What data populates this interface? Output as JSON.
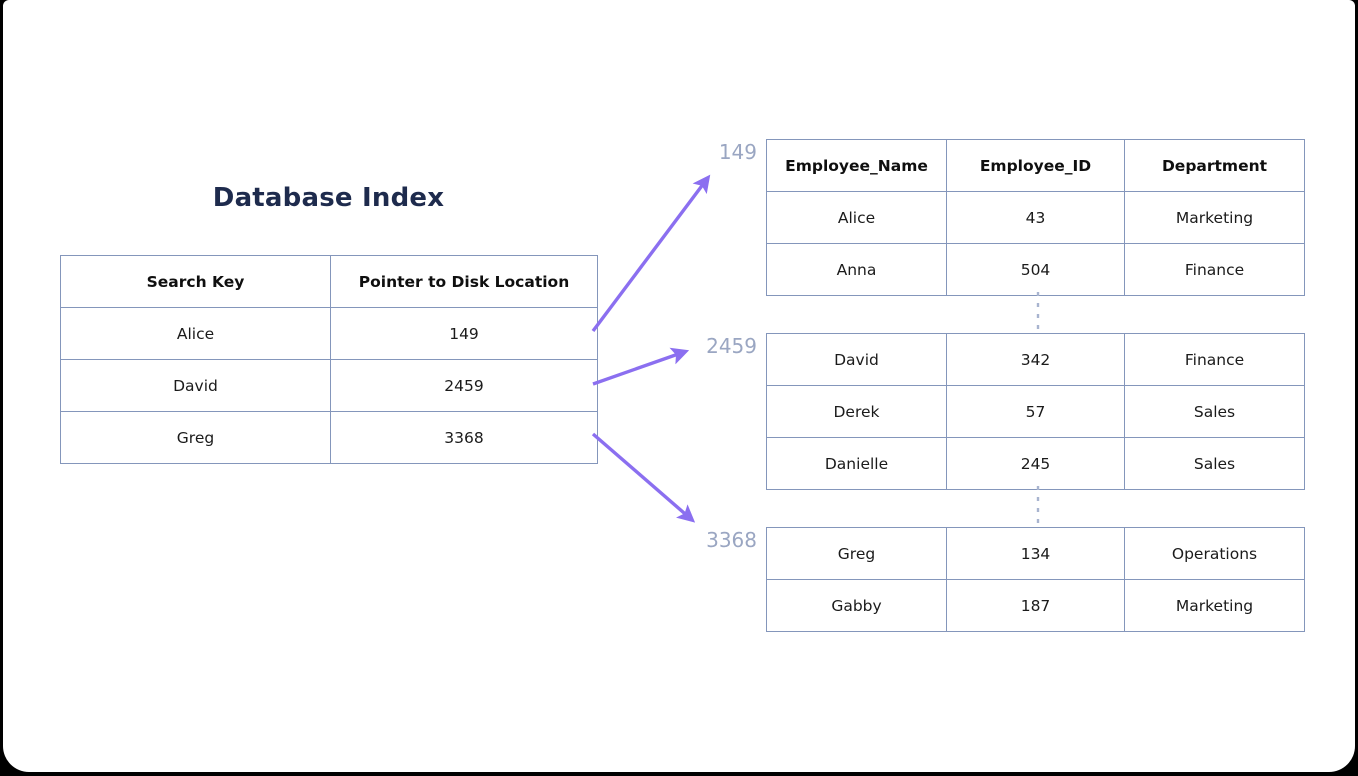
{
  "diagram": {
    "title": "Database Index",
    "accent_arrow_color": "#8b6ff0",
    "table_border_color": "#8496bb",
    "title_color": "#1e2b4d",
    "pointer_label_color": "#9aa6c2",
    "card_background": "#ffffff",
    "page_background": "#000000"
  },
  "index_table": {
    "headers": [
      "Search Key",
      "Pointer to Disk Location"
    ],
    "rows": [
      {
        "search_key": "Alice",
        "pointer": "149"
      },
      {
        "search_key": "David",
        "pointer": "2459"
      },
      {
        "search_key": "Greg",
        "pointer": "3368"
      }
    ]
  },
  "data_table": {
    "headers": [
      "Employee_Name",
      "Employee_ID",
      "Department"
    ],
    "blocks": [
      {
        "pointer_label": "149",
        "rows": [
          {
            "name": "Alice",
            "id": "43",
            "department": "Marketing"
          },
          {
            "name": "Anna",
            "id": "504",
            "department": "Finance"
          }
        ]
      },
      {
        "pointer_label": "2459",
        "rows": [
          {
            "name": "David",
            "id": "342",
            "department": "Finance"
          },
          {
            "name": "Derek",
            "id": "57",
            "department": "Sales"
          },
          {
            "name": "Danielle",
            "id": "245",
            "department": "Sales"
          }
        ]
      },
      {
        "pointer_label": "3368",
        "rows": [
          {
            "name": "Greg",
            "id": "134",
            "department": "Operations"
          },
          {
            "name": "Gabby",
            "id": "187",
            "department": "Marketing"
          }
        ]
      }
    ]
  }
}
